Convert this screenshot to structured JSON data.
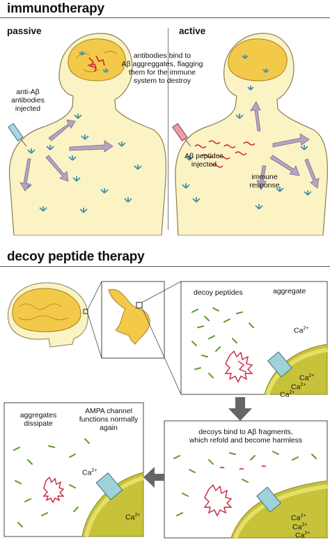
{
  "immunotherapy": {
    "title": "immunotherapy",
    "passive": {
      "heading": "passive",
      "antibodies_label": [
        "anti-Aβ",
        "antibodies",
        "injected"
      ]
    },
    "active": {
      "heading": "active",
      "peptides_label": [
        "Aβ peptides",
        "injected"
      ],
      "response_label": [
        "immune",
        "response"
      ]
    },
    "bind_label": [
      "antibodies bind to",
      "Aβ aggreggates, flagging",
      "them for the immune",
      "system to destroy"
    ]
  },
  "decoy": {
    "title": "decoy peptide therapy",
    "panel1": {
      "decoy_label": "decoy peptides",
      "aggregate_label": "aggregate",
      "calcium": [
        "Ca2+",
        "Ca2+",
        "Ca2+",
        "Ca2+"
      ]
    },
    "panel2": {
      "label": [
        "decoys bind to Aβ fragments,",
        "which refold and become harmless"
      ],
      "calcium": [
        "Ca2+",
        "Ca2+",
        "Ca2+"
      ]
    },
    "panel3": {
      "dissipate_label": [
        "aggregates",
        "dissipate"
      ],
      "ampa_label": [
        "AMPA channel",
        "functions normally",
        "again"
      ],
      "calcium": [
        "Ca2+",
        "Ca2+"
      ]
    }
  },
  "colors": {
    "skin": "#fbf3c4",
    "brain": "#f3c94a",
    "antibody": "#3f8fb0",
    "peptide": "#c8243f",
    "decoy": "#5d9a2e",
    "cell": "#c6c23a",
    "channel": "#9fd2d8",
    "arrow": "#b7a4c4"
  }
}
